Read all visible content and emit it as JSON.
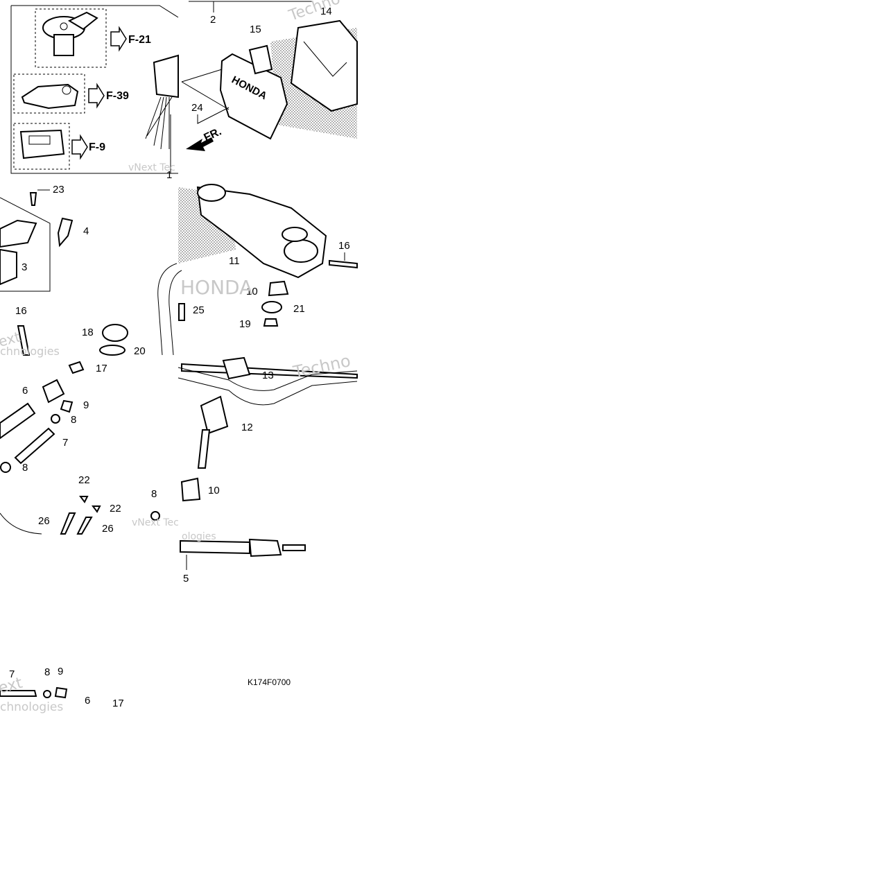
{
  "diagram": {
    "title": "",
    "drawing_code": "K174F0700",
    "references": [
      "F-21",
      "F-39",
      "F-9"
    ],
    "front_marker": "FR.",
    "brand_text": "HONDA",
    "watermark": {
      "line1": "vNext",
      "line2": "Technologies",
      "partial_a": "Techno",
      "partial_b": "vNext Tec",
      "partial_c": "chnologies",
      "partial_d": "ologies",
      "partial_e": "ext"
    },
    "callouts": {
      "c1": "1",
      "c2": "2",
      "c3": "3",
      "c4": "4",
      "c5": "5",
      "c6a": "6",
      "c6b": "6",
      "c7a": "7",
      "c7b": "7",
      "c8a": "8",
      "c8b": "8",
      "c8c": "8",
      "c8d": "8",
      "c9a": "9",
      "c9b": "9",
      "c10a": "10",
      "c10b": "10",
      "c11": "11",
      "c12": "12",
      "c13": "13",
      "c14": "14",
      "c15": "15",
      "c16a": "16",
      "c16b": "16",
      "c17a": "17",
      "c17b": "17",
      "c18": "18",
      "c19": "19",
      "c20": "20",
      "c21": "21",
      "c22a": "22",
      "c22b": "22",
      "c23": "23",
      "c24": "24",
      "c25": "25",
      "c26a": "26",
      "c26b": "26"
    }
  }
}
